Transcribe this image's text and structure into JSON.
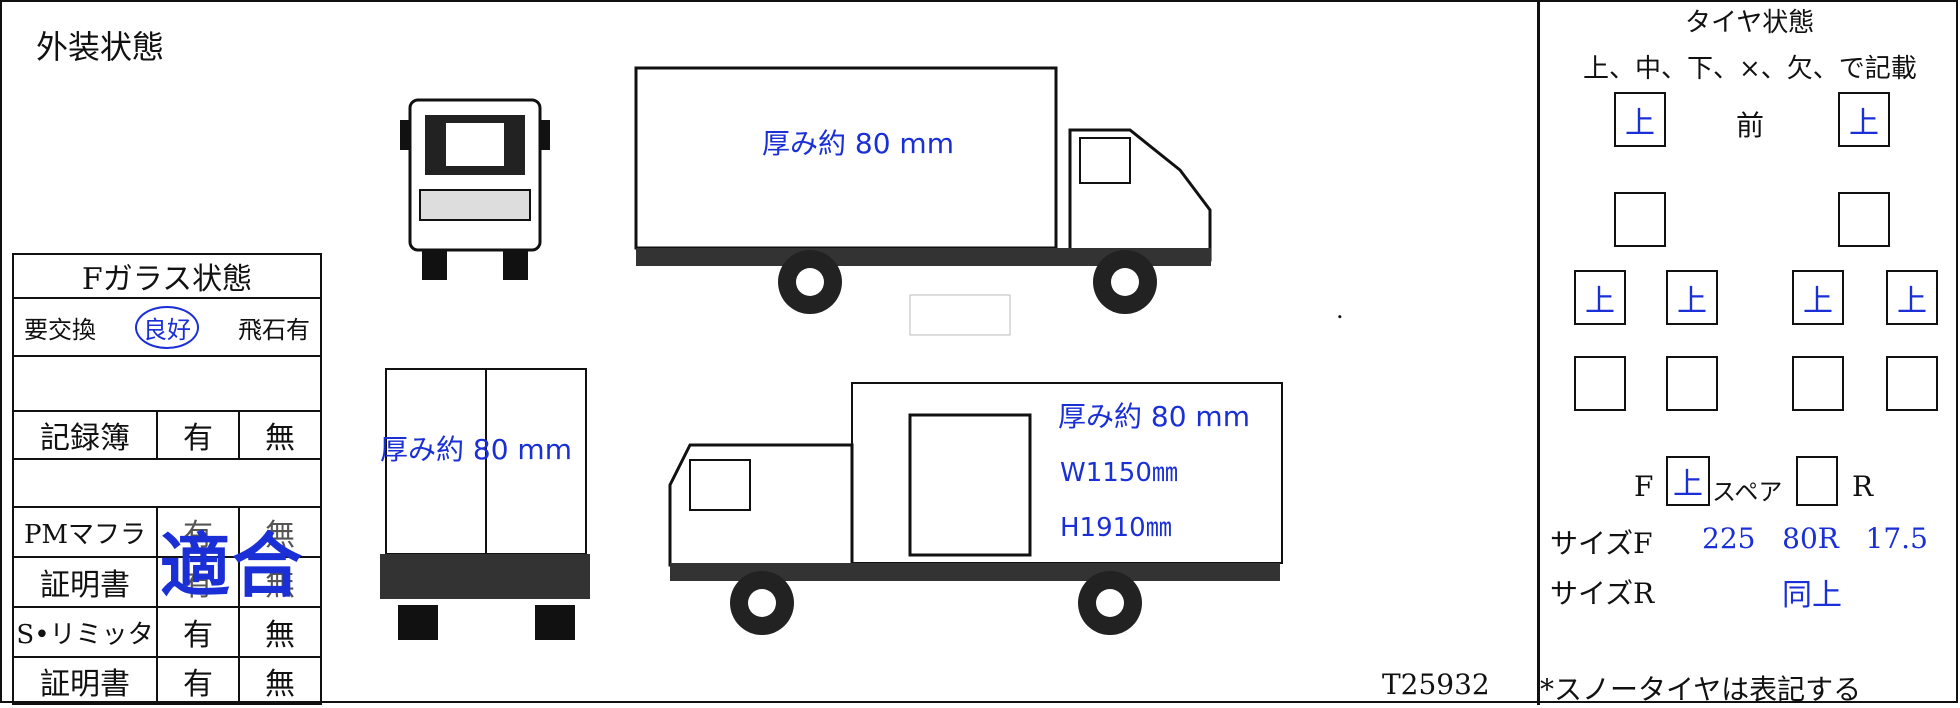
{
  "exterior": {
    "title": "外装状態"
  },
  "glass": {
    "title": "Fガラス状態",
    "options": [
      "要交換",
      "良好",
      "飛石有"
    ]
  },
  "records": {
    "book_label": "記録簿",
    "yes": "有",
    "no": "無",
    "pm_label": "PMマフラ",
    "cert_label": "証明書",
    "s_label": "S•リミッタ",
    "stamp": "適合"
  },
  "annotations": {
    "thickness_top": "厚み約 80  mm",
    "thickness_left": "厚み約 80 mm",
    "thickness_right": "厚み約 80  mm",
    "width": "W1150㎜",
    "height": "H1910㎜",
    "doc_no": "T25932",
    "dot": "."
  },
  "tire": {
    "title": "タイヤ状態",
    "instruction": "上、中、下、×、欠、で記載",
    "front_label": "前",
    "front_left": "上",
    "front_right": "上",
    "rear_outer_left": "上",
    "rear_inner_left": "上",
    "rear_inner_right": "上",
    "rear_outer_right": "上",
    "f_label": "F",
    "spare_label": "スペア",
    "spare_f": "上",
    "r_label": "R",
    "size_f_label": "サイズF",
    "size_f_value": "225   80R   17.5",
    "size_r_label": "サイズR",
    "size_r_value": "同上",
    "note": "*スノータイヤは表記する"
  }
}
